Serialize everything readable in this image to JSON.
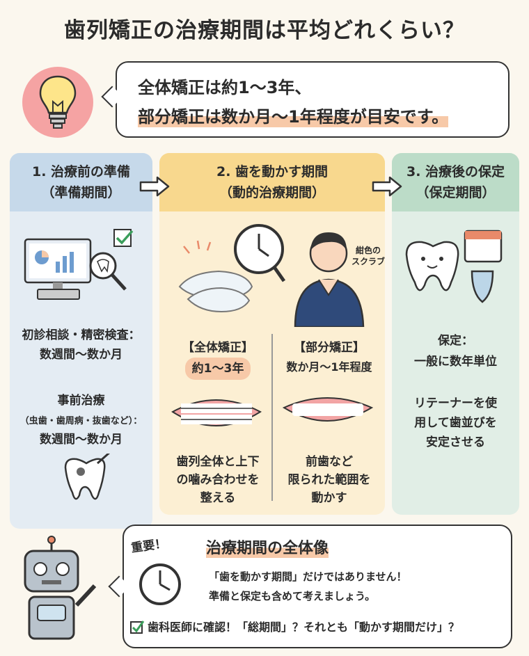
{
  "title": "歯列矯正の治療期間は平均どれくらい？",
  "summary": {
    "line1": "全体矯正は約1〜3年、",
    "line2": "部分矯正は数か月〜1年程度が目安です。"
  },
  "steps": [
    {
      "heading": "1. 治療前の準備",
      "subheading": "（準備期間）",
      "item1_label": "初診相談・精密検査：",
      "item1_value": "数週間〜数か月",
      "item2_label": "事前治療",
      "item2_note": "（虫歯・歯周病・抜歯など）：",
      "item2_value": "数週間〜数か月"
    },
    {
      "heading": "2. 歯を動かす期間",
      "subheading": "（動的治療期間）",
      "scrub_note": "紺色の\nスクラブ",
      "full_label": "【全体矯正】",
      "full_value": "約1〜3年",
      "full_desc1": "歯列全体と上下",
      "full_desc2": "の噛み合わせを",
      "full_desc3": "整える",
      "partial_label": "【部分矯正】",
      "partial_value": "数か月〜1年程度",
      "partial_desc1": "前歯など",
      "partial_desc2": "限られた範囲を",
      "partial_desc3": "動かす"
    },
    {
      "heading": "3. 治療後の保定",
      "subheading": "（保定期間）",
      "item1_label": "保定：",
      "item1_value": "一般に数年単位",
      "desc1": "リテーナーを使",
      "desc2": "用して歯並びを",
      "desc3": "安定させる"
    }
  ],
  "bottom": {
    "badge": "重要！",
    "title": "治療期間の全体像",
    "line1": "「歯を動かす期間」だけではありません！",
    "line2": "準備と保定も含めて考えましょう。",
    "confirm": "歯科医師に確認！「総期間」？それとも「動かす期間だけ」？"
  },
  "colors": {
    "prep": "#c6d9ea",
    "active": "#f8d88e",
    "retention": "#bcdcc8",
    "highlight": "#f7c9a8"
  }
}
